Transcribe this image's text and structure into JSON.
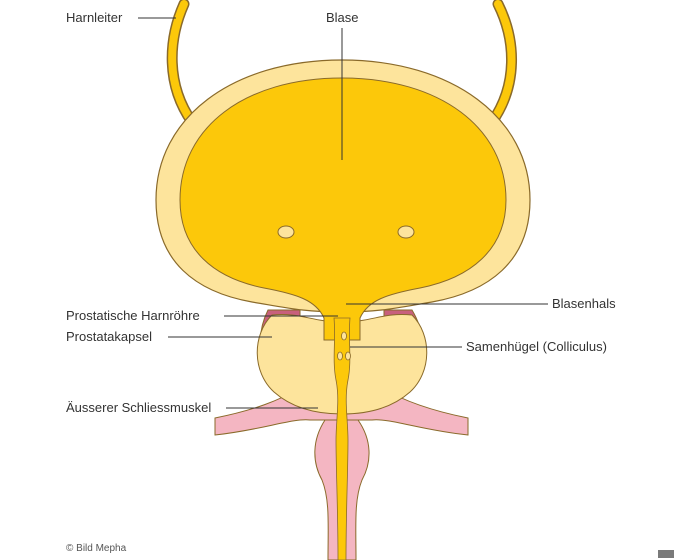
{
  "labels": {
    "harnleiter": "Harnleiter",
    "blase": "Blase",
    "blasenhals": "Blasenhals",
    "prostatische_harnroehre": "Prostatische Harnröhre",
    "prostatakapsel": "Prostatakapsel",
    "samenhuegel": "Samenhügel (Colliculus)",
    "schliessmuskel": "Äusserer Schliessmuskel"
  },
  "credit": "© Bild Mepha",
  "colors": {
    "bladder_inner": "#fcc80a",
    "bladder_wall": "#fde49c",
    "muscle_pink": "#f4b6c2",
    "capsule_pink": "#c8607c",
    "outline": "#8a6a2a",
    "leader_line": "#333333"
  }
}
